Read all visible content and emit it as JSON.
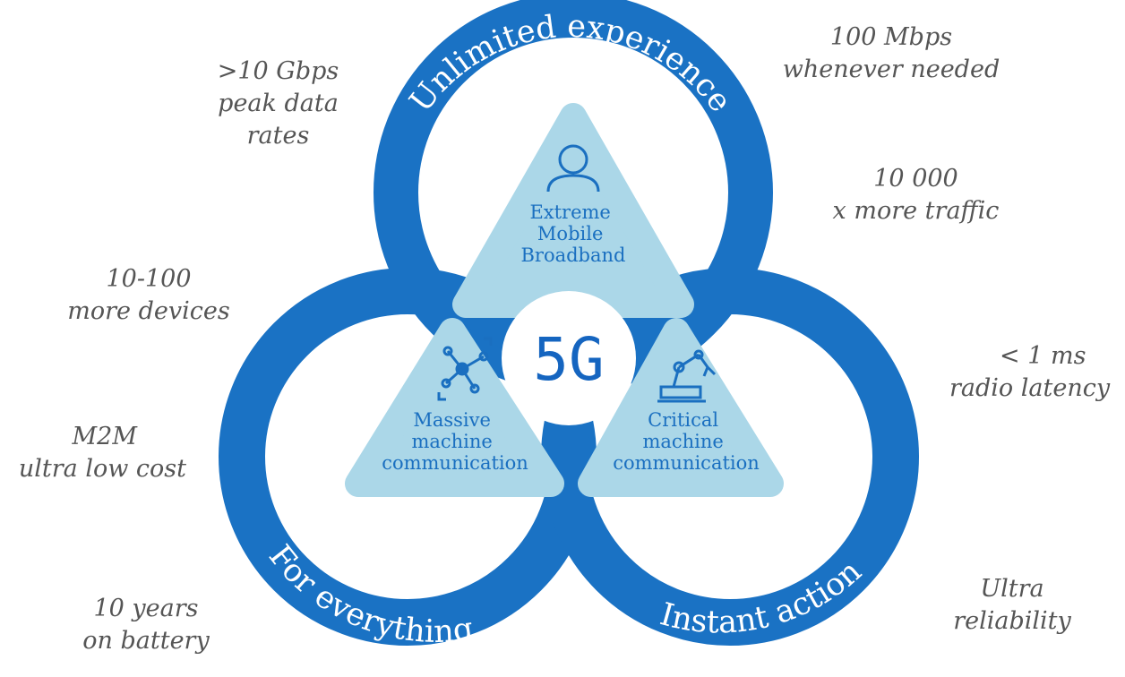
{
  "colors": {
    "ring": "#1a72c4",
    "triangle": "#abd7e8",
    "icon": "#1a6fc0",
    "note_text": "#555555",
    "center": "#ffffff"
  },
  "center_label": "5G",
  "rings": [
    {
      "id": "top",
      "label": "Unlimited experience"
    },
    {
      "id": "left",
      "label": "For everything"
    },
    {
      "id": "right",
      "label": "Instant action"
    }
  ],
  "triangles": [
    {
      "id": "embb",
      "icon": "person-icon",
      "lines": [
        "Extreme",
        "Mobile",
        "Broadband"
      ]
    },
    {
      "id": "mmc",
      "icon": "network-nodes-icon",
      "lines": [
        "Massive",
        "machine",
        "communication"
      ]
    },
    {
      "id": "cmc",
      "icon": "robot-arm-icon",
      "lines": [
        "Critical",
        "machine",
        "communication"
      ]
    }
  ],
  "notes": {
    "peak_rates": [
      ">10 Gbps",
      "peak data",
      "rates"
    ],
    "mbps": [
      "100 Mbps",
      "whenever needed"
    ],
    "traffic": [
      "10 000",
      "x more traffic"
    ],
    "devices": [
      "10-100",
      "more devices"
    ],
    "latency": [
      "< 1 ms",
      "radio latency"
    ],
    "m2m": [
      "M2M",
      "ultra low cost"
    ],
    "battery": [
      "10 years",
      "on battery"
    ],
    "reliability": [
      "Ultra",
      "reliability"
    ]
  }
}
